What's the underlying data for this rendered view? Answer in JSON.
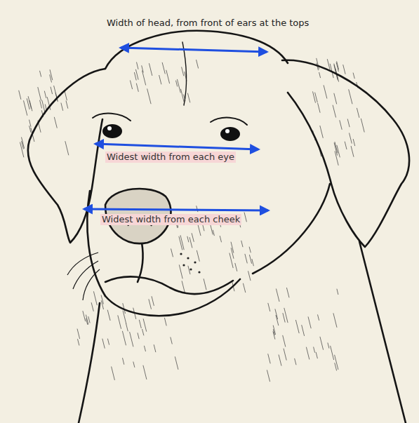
{
  "diagram": {
    "labels": [
      "Width of head, from front of ears at the tops",
      "Widest width from each eye",
      "Widest width from each cheek"
    ]
  }
}
